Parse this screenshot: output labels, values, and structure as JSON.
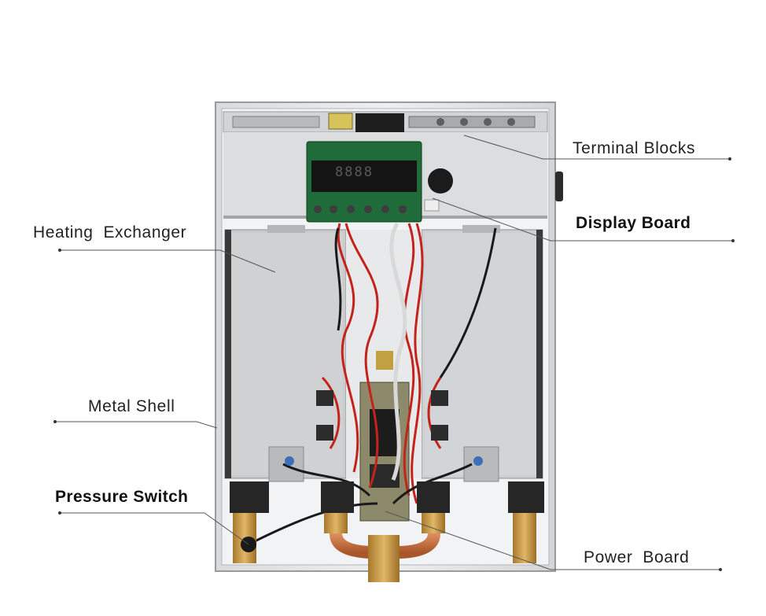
{
  "labels": {
    "terminal_blocks": "Terminal Blocks",
    "display_board": "Display Board",
    "heating_exchanger": "Heating  Exchanger",
    "metal_shell": "Metal Shell",
    "pressure_switch": "Pressure Switch",
    "power_board": "Power  Board"
  },
  "display": {
    "digits": "8888"
  },
  "colors": {
    "shell": "#e6e7e9",
    "exchanger": "#c7c9cb",
    "pcb": "#1f6b3a",
    "wire_red": "#c4231b",
    "wire_black": "#1a1a1a",
    "brass": "#c69a45",
    "copper": "#c9743e"
  }
}
